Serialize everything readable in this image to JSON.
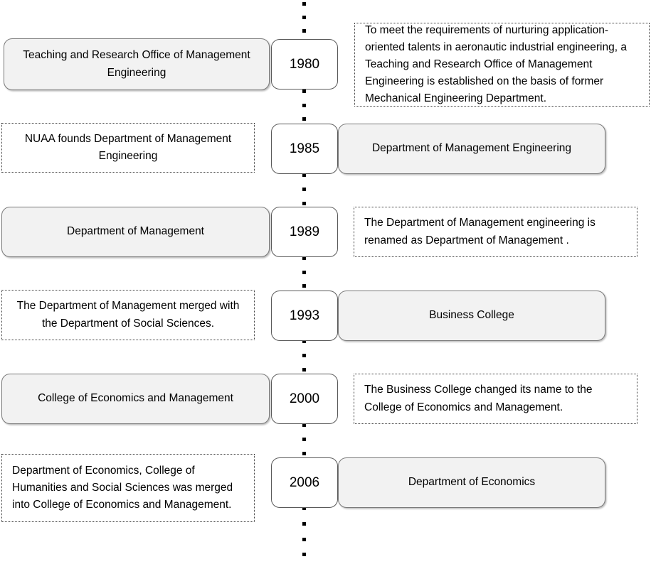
{
  "diagram": {
    "title": "History timeline of the College of Economics and Management (NUAA)",
    "type": "vertical-timeline",
    "accent_fill": "#f2f2f2",
    "border_color": "#7a7a7a",
    "dot_color": "#000000"
  },
  "rows": [
    {
      "year": "1980",
      "left": {
        "style": "solid",
        "align": "center",
        "text": "Teaching and Research Office of Management Engineering"
      },
      "right": {
        "style": "dotted",
        "align": "left",
        "text": "To meet the requirements of nurturing application-oriented talents in aeronautic industrial engineering, a Teaching and Research Office of Management Engineering is established on the basis of former Mechanical Engineering Department."
      }
    },
    {
      "year": "1985",
      "left": {
        "style": "dotted",
        "align": "center",
        "text": "NUAA founds Department of Management Engineering"
      },
      "right": {
        "style": "solid",
        "align": "center",
        "text": "Department of Management Engineering"
      }
    },
    {
      "year": "1989",
      "left": {
        "style": "solid",
        "align": "center",
        "text": "Department of Management"
      },
      "right": {
        "style": "dotted",
        "align": "left",
        "text": "The Department of Management engineering is renamed as Department of Management ."
      }
    },
    {
      "year": "1993",
      "left": {
        "style": "dotted",
        "align": "center",
        "text": "The Department of Management merged with the Department of Social Sciences."
      },
      "right": {
        "style": "solid",
        "align": "center",
        "text": "Business College"
      }
    },
    {
      "year": "2000",
      "left": {
        "style": "solid",
        "align": "center",
        "text": "College of Economics and Management"
      },
      "right": {
        "style": "dotted",
        "align": "left",
        "text": "The Business College changed its name to the College of Economics and Management."
      }
    },
    {
      "year": "2006",
      "left": {
        "style": "dotted",
        "align": "left",
        "text": "Department of Economics, College of Humanities and Social Sciences was merged into College of Economics and Management."
      },
      "right": {
        "style": "solid",
        "align": "center",
        "text": "Department of Economics"
      }
    }
  ],
  "spine_dots_y": [
    3,
    22,
    41,
    126,
    146,
    165,
    244,
    264,
    284,
    361,
    381,
    400,
    478,
    498,
    518,
    596,
    616,
    636,
    713,
    735,
    757,
    778
  ]
}
